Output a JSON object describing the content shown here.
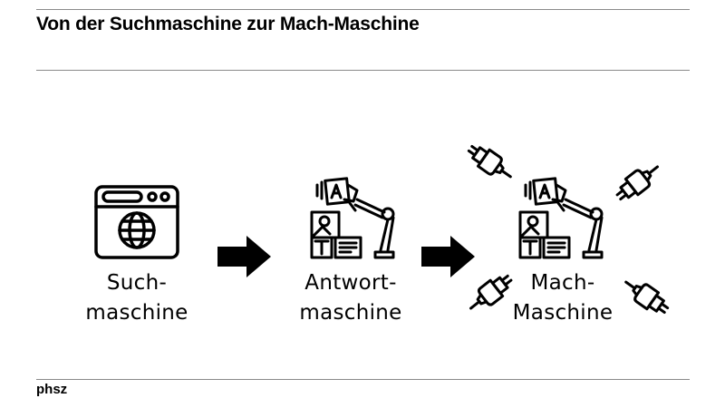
{
  "title": "Von der Suchmaschine zur Mach-Maschine",
  "stages": [
    {
      "line1": "Such-",
      "line2": "maschine",
      "icon": "browser-globe-icon"
    },
    {
      "line1": "Antwort-",
      "line2": "maschine",
      "icon": "robot-arm-icon"
    },
    {
      "line1": "Mach-",
      "line2": "Maschine",
      "icon": "robot-arm-with-plugs-icon"
    }
  ],
  "arrows": [
    "right-arrow-icon",
    "right-arrow-icon"
  ],
  "plugs": [
    "plug-icon",
    "plug-icon",
    "plug-icon",
    "plug-icon"
  ],
  "footer": "phsz",
  "colors": {
    "ink": "#000000",
    "rule": "#8a8a8a",
    "background": "#ffffff"
  }
}
